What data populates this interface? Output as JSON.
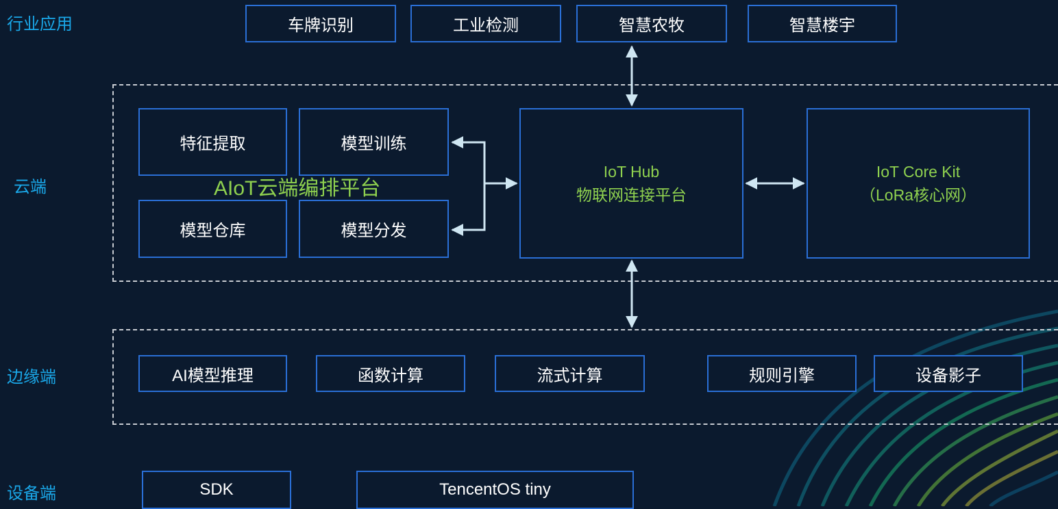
{
  "lanes": {
    "industry": "行业应用",
    "cloud": "云端",
    "edge": "边缘端",
    "device": "设备端"
  },
  "industry_apps": [
    "车牌识别",
    "工业检测",
    "智慧农牧",
    "智慧楼宇"
  ],
  "cloud": {
    "platform_title": "AIoT云端编排平台",
    "modules": [
      "特征提取",
      "模型训练",
      "模型仓库",
      "模型分发"
    ],
    "iot_hub": {
      "line1": "IoT Hub",
      "line2": "物联网连接平台"
    },
    "iot_core": {
      "line1": "IoT Core Kit",
      "line2": "（LoRa核心网）"
    }
  },
  "edge_modules": [
    "AI模型推理",
    "函数计算",
    "流式计算",
    "规则引擎",
    "设备影子"
  ],
  "device_modules": [
    "SDK",
    "TencentOS tiny"
  ],
  "colors": {
    "background": "#0b1a2e",
    "box_border": "#2a6fd6",
    "lane_label": "#1aa7e8",
    "highlight_text": "#8fd14f",
    "arrow": "#cfe6f2",
    "dashed_border": "#c8ccd2"
  }
}
